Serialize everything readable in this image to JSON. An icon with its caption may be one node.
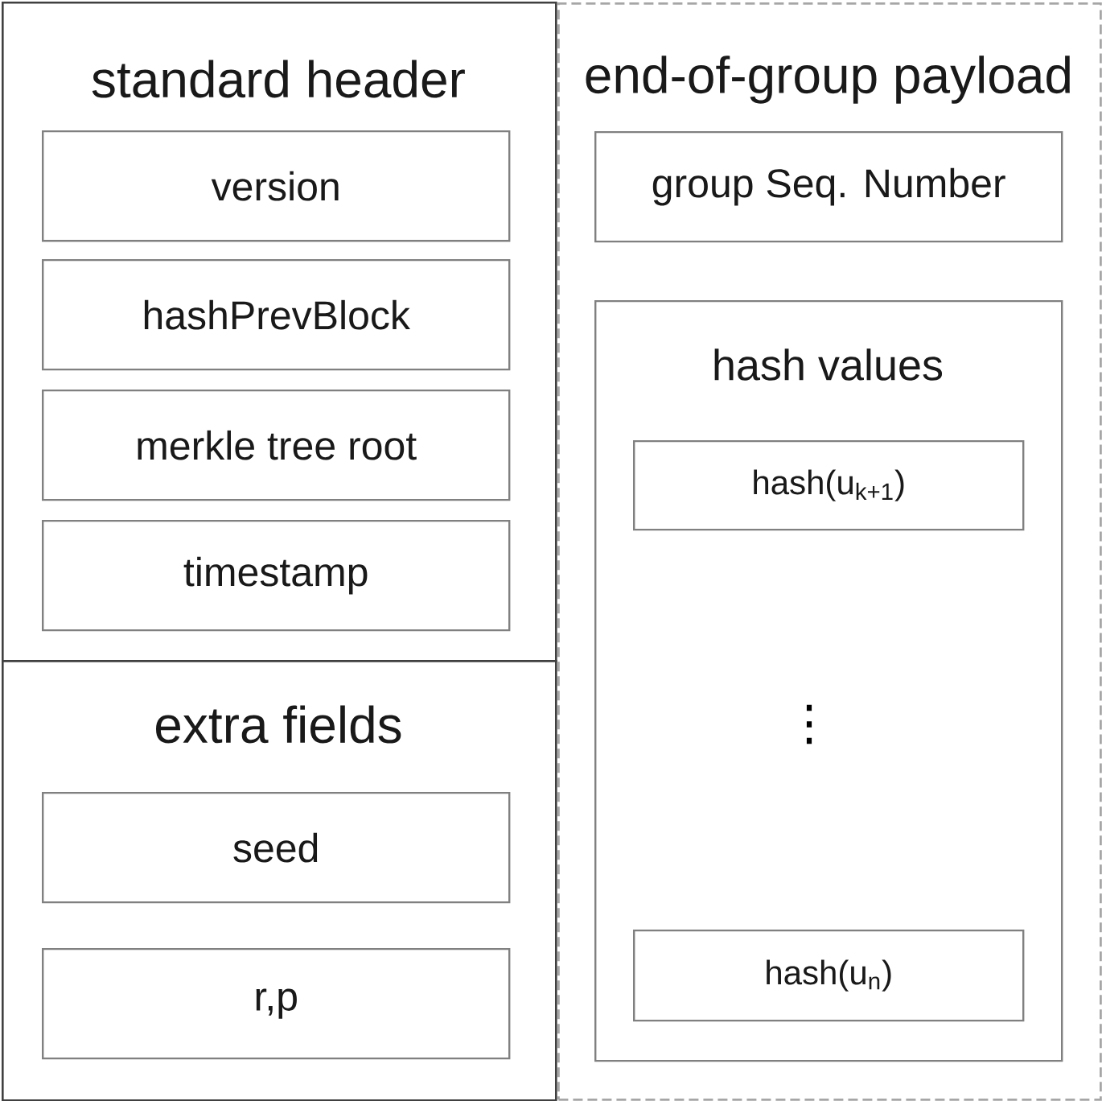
{
  "diagram": {
    "nodes": [
      {
        "text": [
          "standard header"
        ]
      },
      {
        "text": [
          "version"
        ],
        "in": 0
      },
      {
        "text": [
          "hashPrevBlock"
        ],
        "in": 0
      },
      {
        "text": [
          "merkle tree root"
        ],
        "in": 0
      },
      {
        "text": [
          "timestamp"
        ],
        "in": 0
      },
      {
        "text": [
          "extra fields"
        ]
      },
      {
        "text": [
          "seed"
        ],
        "in": 5
      },
      {
        "text": [
          "r,p"
        ],
        "in": 5
      },
      {
        "text": [
          "end-of-group payload"
        ]
      },
      {
        "text": [
          "group Seq. Number"
        ],
        "in": 8
      },
      {
        "text": [
          "hash values"
        ],
        "in": 8
      },
      {
        "text": [
          "hash(u$_{k+1}$)"
        ],
        "in": 10
      },
      {
        "text": [
          "hash(u$_{n}$)"
        ],
        "in": 10
      }
    ],
    "labels": [
      "⋮"
    ]
  }
}
